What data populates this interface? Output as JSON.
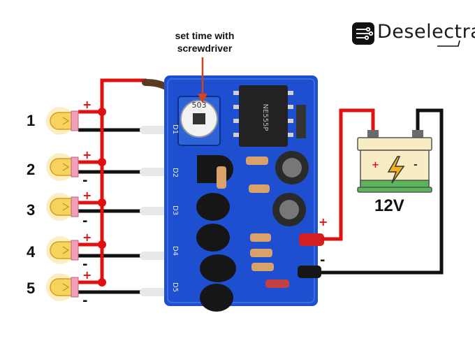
{
  "annotation": {
    "line1": "set time with",
    "line2": "screwdriver"
  },
  "brand": {
    "name": "Deselectra"
  },
  "battery": {
    "voltage": "12V"
  },
  "leds": [
    {
      "number": "1",
      "plus": "+",
      "minus": "-"
    },
    {
      "number": "2",
      "plus": "+",
      "minus": "-"
    },
    {
      "number": "3",
      "plus": "+",
      "minus": "-"
    },
    {
      "number": "4",
      "plus": "+",
      "minus": "-"
    },
    {
      "number": "5",
      "plus": "+",
      "minus": "-"
    }
  ],
  "power": {
    "plus": "+",
    "minus": "-"
  },
  "board": {
    "trimmer_code": "503",
    "chip_text": "NE555P",
    "outputs": [
      "D1",
      "D2",
      "D3",
      "D4",
      "D5"
    ]
  },
  "colors": {
    "board": "#1d4fd0",
    "wire_positive": "#e01010",
    "wire_negative": "#111111",
    "led": "#f6d35e",
    "battery_body": "#f7ecc4",
    "battery_stripe": "#5ab55a"
  }
}
